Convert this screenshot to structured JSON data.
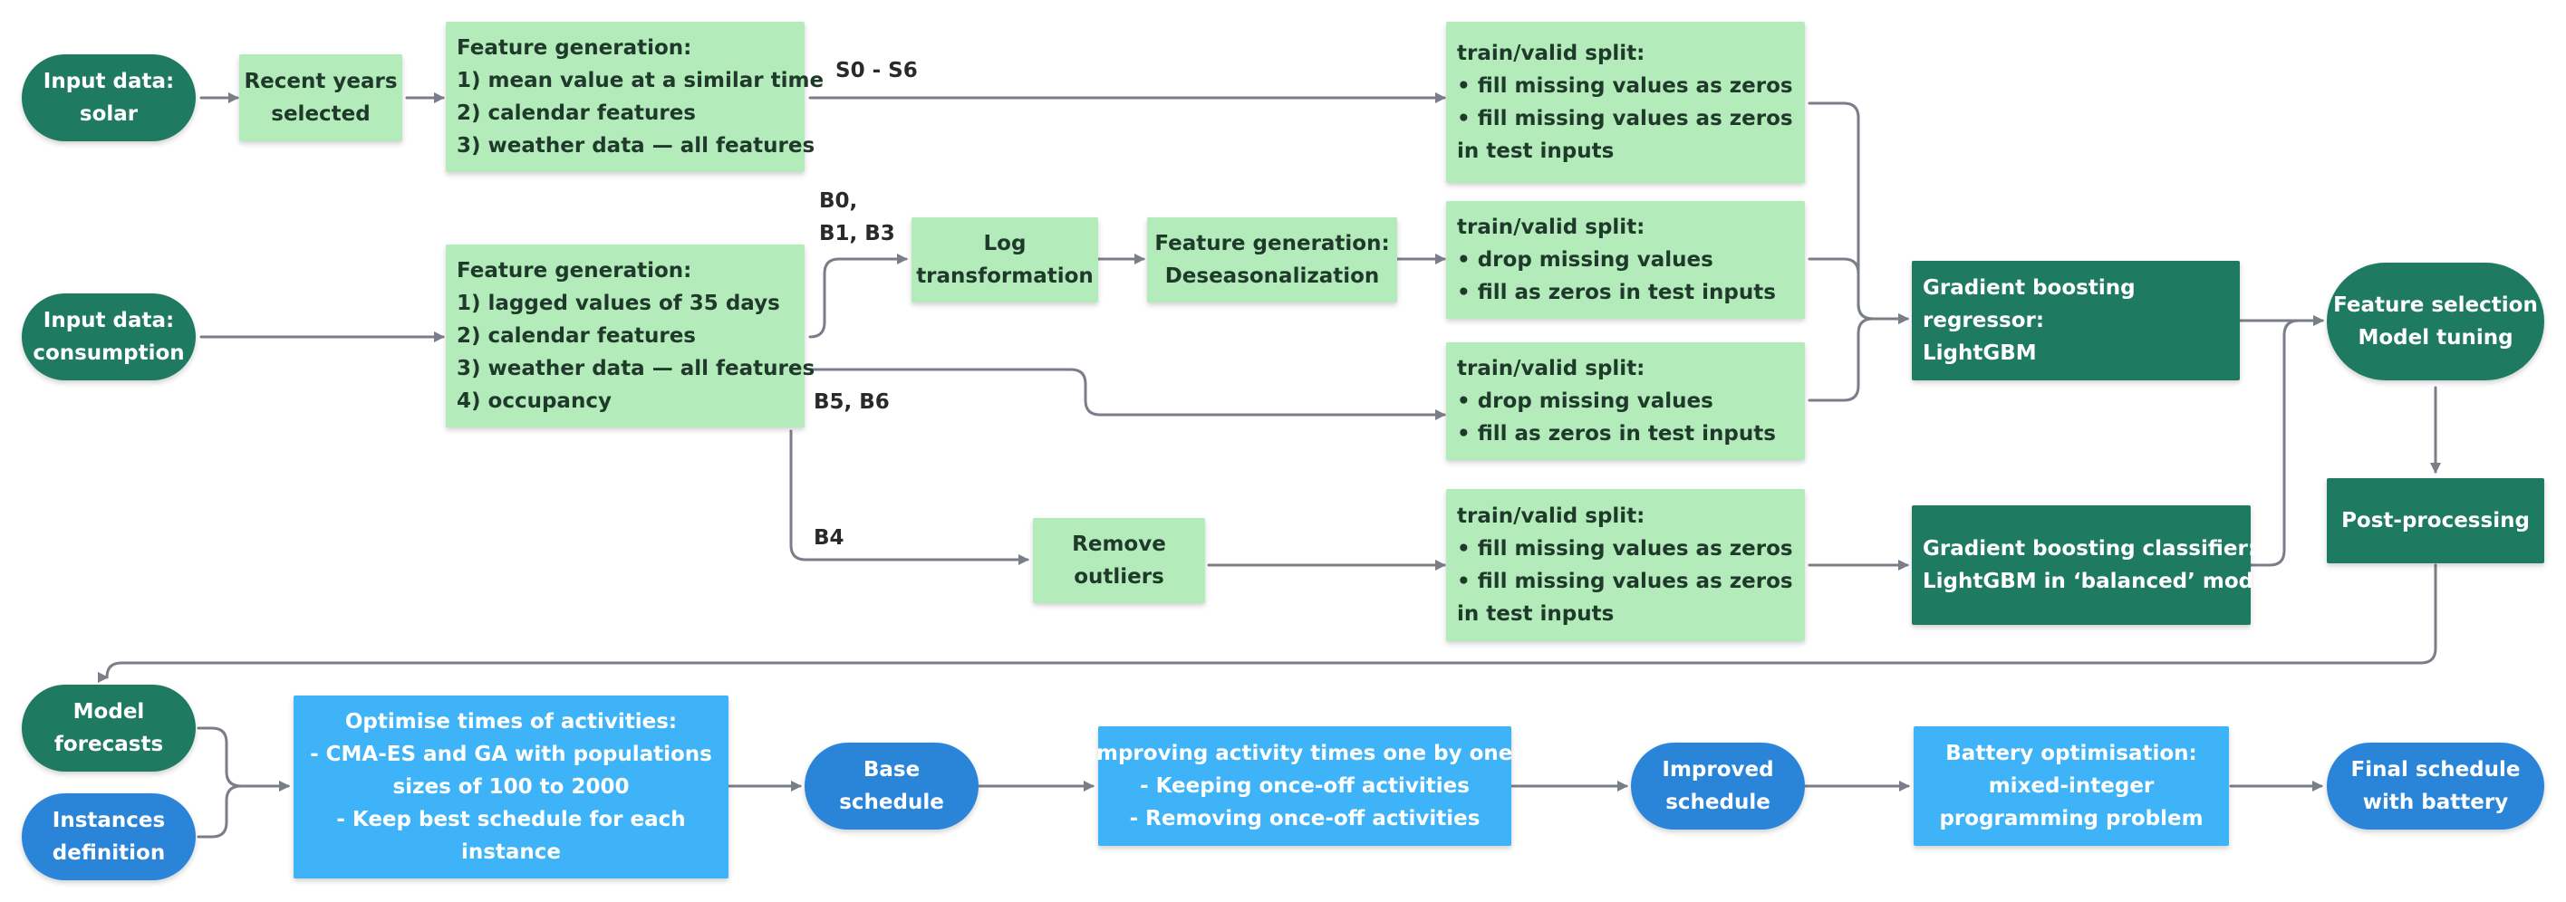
{
  "colors": {
    "light_green": "#b3ebbb",
    "dark_green": "#1e7a60",
    "light_blue": "#3fb3f7",
    "dark_blue": "#2a85d8",
    "arrow": "#7a7e88"
  },
  "nodes": {
    "input_solar": [
      "Input data:",
      "solar"
    ],
    "recent_years": [
      "Recent years",
      "selected"
    ],
    "feat_solar": [
      "Feature generation:",
      "1) mean value at a similar time",
      "2) calendar features",
      "3) weather data — all features"
    ],
    "split_s": [
      "train/valid split:",
      "• fill missing values as zeros",
      "• fill missing values as zeros",
      "in test inputs"
    ],
    "input_consumption": [
      "Input data:",
      "consumption"
    ],
    "feat_consumption": [
      "Feature generation:",
      "1) lagged values of 35 days",
      "2) calendar features",
      "3) weather data — all features",
      "4) occupancy"
    ],
    "log_transform": [
      "Log",
      "transformation"
    ],
    "deseason": [
      "Feature generation:",
      "Deseasonalization"
    ],
    "split_b0": [
      "train/valid split:",
      "• drop missing values",
      "• fill as zeros in test inputs"
    ],
    "split_b5": [
      "train/valid split:",
      "• drop missing values",
      "• fill as zeros in test inputs"
    ],
    "remove_outliers": [
      "Remove",
      "outliers"
    ],
    "split_b4": [
      "train/valid split:",
      "• fill missing values as zeros",
      "• fill missing values as zeros",
      "in test inputs"
    ],
    "gb_regressor": [
      "Gradient boosting",
      "regressor:",
      "LightGBM"
    ],
    "gb_classifier": [
      "Gradient boosting classifier:",
      "LightGBM in ‘balanced’ mode"
    ],
    "feature_selection": [
      "Feature selection",
      "Model tuning"
    ],
    "post_processing": [
      "Post-processing"
    ],
    "model_forecasts": [
      "Model",
      "forecasts"
    ],
    "instances_definition": [
      "Instances",
      "definition"
    ],
    "optimise": [
      "Optimise  times of activities:",
      "- CMA-ES and GA with populations",
      "sizes of 100 to 2000",
      "- Keep best schedule for each",
      "instance"
    ],
    "base_schedule": [
      "Base",
      "schedule"
    ],
    "improving": [
      "Improving activity times one by one:",
      "- Keeping once-off activities",
      "- Removing once-off activities"
    ],
    "improved_schedule": [
      "Improved",
      "schedule"
    ],
    "battery_opt": [
      "Battery optimisation:",
      "mixed-integer",
      "programming problem"
    ],
    "final_schedule": [
      "Final schedule",
      "with battery"
    ]
  },
  "edge_labels": {
    "s0_s6": "S0 - S6",
    "b0_line1": "B0,",
    "b0_line2": "B1, B3",
    "b5_b6": "B5, B6",
    "b4": "B4"
  }
}
